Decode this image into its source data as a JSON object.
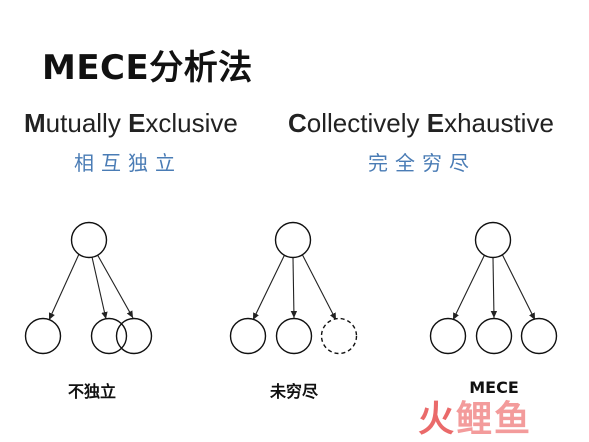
{
  "title": "MECE分析法",
  "left_heading": {
    "part1_initial": "M",
    "part1_rest": "utually ",
    "part2_initial": "E",
    "part2_rest": "xclusive",
    "chinese": "相互独立"
  },
  "right_heading": {
    "part1_initial": "C",
    "part1_rest": "ollectively ",
    "part2_initial": "E",
    "part2_rest": "xhaustive",
    "chinese": "完全穷尽"
  },
  "diagrams": [
    {
      "caption": "不独立"
    },
    {
      "caption": "未穷尽"
    },
    {
      "caption": "MECE"
    }
  ],
  "watermark": {
    "char1": "火",
    "char2": "鲤",
    "char3": "鱼"
  },
  "colors": {
    "accent_blue": "#4a7cb5",
    "watermark_red": "#ea6a6a",
    "watermark_pink": "#f39b9b"
  }
}
